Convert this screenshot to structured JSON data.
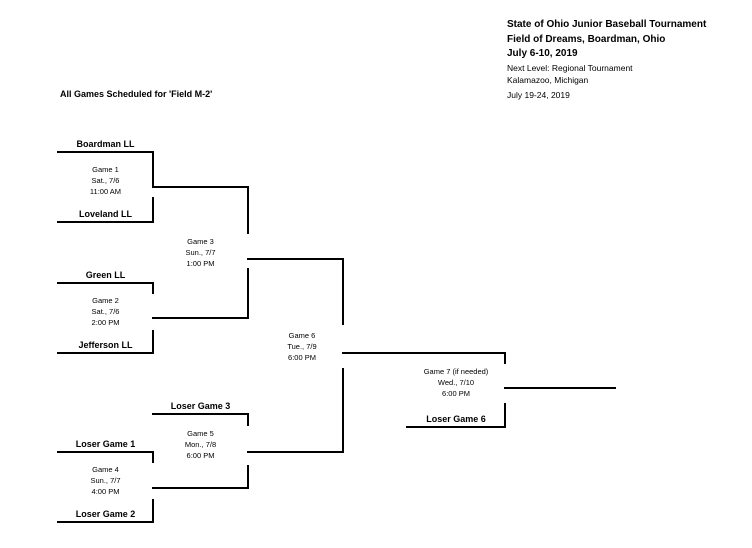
{
  "header": {
    "line1": "State of Ohio Junior Baseball Tournament",
    "line2": "Field of Dreams, Boardman, Ohio",
    "line3": "July 6-10, 2019",
    "line4": "Next Level: Regional Tournament",
    "line5": "Kalamazoo, Michigan",
    "line6": "July 19-24, 2019"
  },
  "schedule_note": "All Games Scheduled for 'Field M-2'",
  "teams": {
    "boardman": "Boardman LL",
    "loveland": "Loveland LL",
    "green": "Green LL",
    "jefferson": "Jefferson LL",
    "loser_game_3": "Loser Game 3",
    "loser_game_1": "Loser Game 1",
    "loser_game_2": "Loser Game 2",
    "loser_game_6": "Loser Game 6"
  },
  "games": {
    "game1": {
      "name": "Game 1",
      "date": "Sat., 7/6",
      "time": "11:00 AM"
    },
    "game2": {
      "name": "Game 2",
      "date": "Sat., 7/6",
      "time": "2:00 PM"
    },
    "game3": {
      "name": "Game 3",
      "date": "Sun., 7/7",
      "time": "1:00 PM"
    },
    "game4": {
      "name": "Game 4",
      "date": "Sun., 7/7",
      "time": "4:00 PM"
    },
    "game5": {
      "name": "Game 5",
      "date": "Mon., 7/8",
      "time": "6:00 PM"
    },
    "game6": {
      "name": "Game 6",
      "date": "Tue., 7/9",
      "time": "6:00 PM"
    },
    "game7": {
      "name": "Game 7 (if needed)",
      "date": "Wed., 7/10",
      "time": "6:00 PM"
    }
  }
}
